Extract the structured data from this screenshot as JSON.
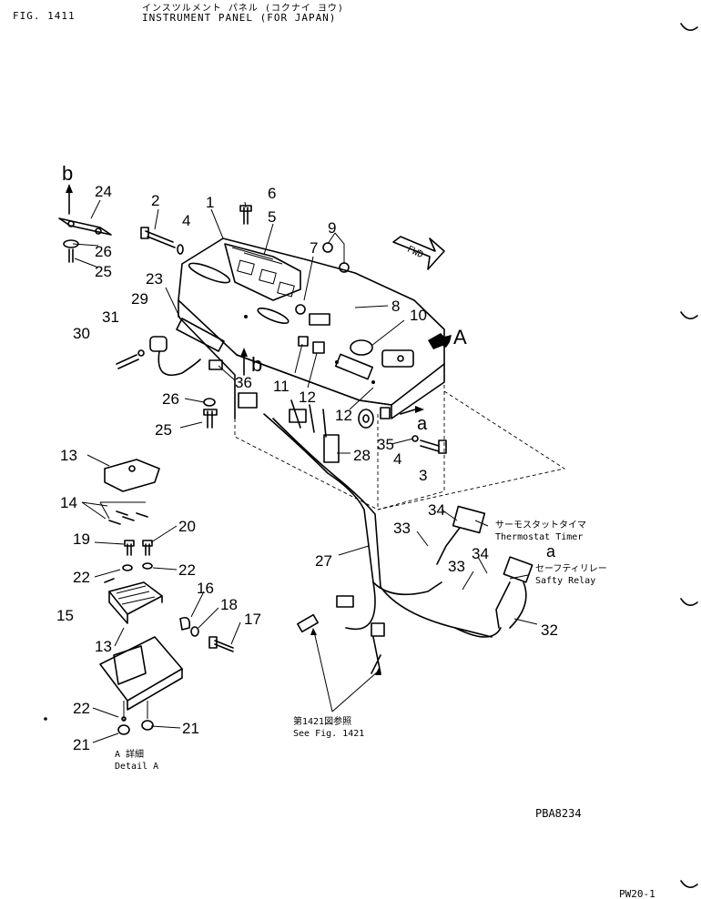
{
  "header": {
    "fig_id": "FIG. 1411",
    "title_jp": "インスツルメント パネル (コクナイ ヨウ)",
    "title_en": "INSTRUMENT PANEL (FOR JAPAN)"
  },
  "callouts": [
    "1",
    "2",
    "3",
    "4",
    "4",
    "5",
    "6",
    "7",
    "8",
    "9",
    "10",
    "11",
    "12",
    "12",
    "13",
    "13",
    "14",
    "15",
    "16",
    "17",
    "18",
    "19",
    "20",
    "21",
    "21",
    "22",
    "22",
    "22",
    "23",
    "24",
    "25",
    "25",
    "26",
    "26",
    "27",
    "28",
    "29",
    "30",
    "31",
    "32",
    "33",
    "33",
    "34",
    "34",
    "35",
    "36"
  ],
  "arrows": {
    "a": "a",
    "b": "b",
    "A": "A",
    "fwd": "FWD"
  },
  "notes": {
    "thermostat_jp": "サーモスタットタイマ",
    "thermostat_en": "Thermostat Timer",
    "safety_jp": "セーフティリレー",
    "safety_en": "Safty Relay",
    "see_fig_jp": "第1421図参照",
    "see_fig_en": "See Fig. 1421",
    "detail_jp": "A 詳細",
    "detail_en": "Detail A"
  },
  "footer": {
    "drawing_no": "PBA8234",
    "page_code": "PW20-1"
  }
}
